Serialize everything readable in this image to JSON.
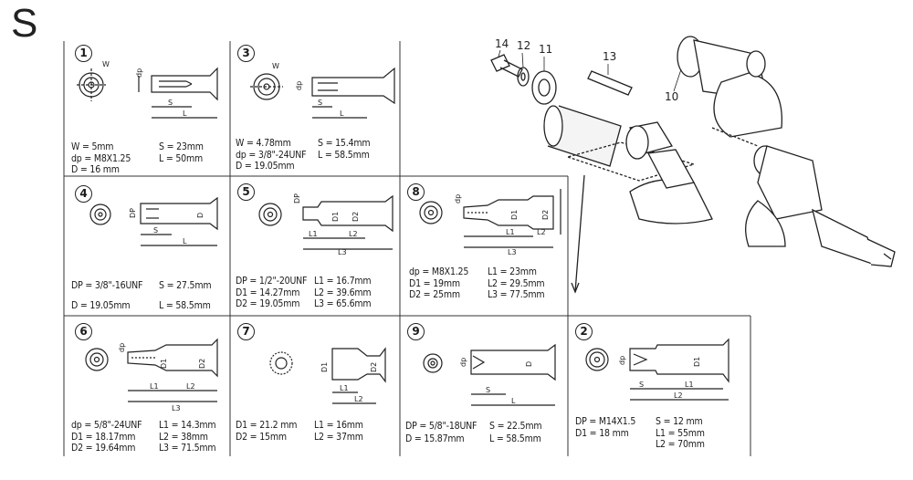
{
  "section_letter": "S",
  "cells": [
    {
      "id": "cell-1",
      "number": "1",
      "specs": [
        [
          "W = 5mm",
          "S = 23mm"
        ],
        [
          "dp = M8X1.25",
          "L = 50mm"
        ],
        [
          "D = 16 mm",
          ""
        ]
      ],
      "dims": {
        "w": "W",
        "dp": "dp",
        "s": "S",
        "l": "L"
      }
    },
    {
      "id": "cell-3",
      "number": "3",
      "specs": [
        [
          "W = 4.78mm",
          "S = 15.4mm"
        ],
        [
          "dp = 3/8\"-24UNF",
          "L = 58.5mm"
        ],
        [
          "D = 19.05mm",
          ""
        ]
      ],
      "dims": {
        "w": "W",
        "dp": "dp",
        "s": "S",
        "l": "L"
      }
    },
    {
      "id": "cell-4",
      "number": "4",
      "specs": [
        [
          "DP = 3/8\"-16UNF",
          "S = 27.5mm"
        ],
        [
          "D = 19.05mm",
          "L = 58.5mm"
        ]
      ],
      "dims": {
        "dp": "DP",
        "d": "D",
        "s": "S",
        "l": "L"
      }
    },
    {
      "id": "cell-5",
      "number": "5",
      "specs": [
        [
          "DP = 1/2\"-20UNF",
          "L1 = 16.7mm"
        ],
        [
          "D1 = 14.27mm",
          "L2 = 39.6mm"
        ],
        [
          "D2 = 19.05mm",
          "L3 = 65.6mm"
        ]
      ],
      "dims": {
        "dp": "DP",
        "d1": "D1",
        "d2": "D2",
        "l1": "L1",
        "l2": "L2",
        "l3": "L3"
      }
    },
    {
      "id": "cell-8",
      "number": "8",
      "specs": [
        [
          "dp = M8X1.25",
          "L1 = 23mm"
        ],
        [
          "D1 = 19mm",
          "L2 = 29.5mm"
        ],
        [
          "D2 = 25mm",
          "L3 = 77.5mm"
        ]
      ],
      "dims": {
        "dp": "dp",
        "d1": "D1",
        "d2": "D2",
        "l1": "L1",
        "l2": "L2",
        "l3": "L3"
      }
    },
    {
      "id": "cell-6",
      "number": "6",
      "specs": [
        [
          "dp = 5/8\"-24UNF",
          "L1 = 14.3mm"
        ],
        [
          "D1 = 18.17mm",
          "L2 = 38mm"
        ],
        [
          "D2 = 19.64mm",
          "L3 = 71.5mm"
        ]
      ],
      "dims": {
        "dp": "dp",
        "d1": "D1",
        "d2": "D2",
        "l1": "L1",
        "l2": "L2",
        "l3": "L3"
      }
    },
    {
      "id": "cell-7",
      "number": "7",
      "specs": [
        [
          "D1 = 21.2 mm",
          "L1 = 16mm"
        ],
        [
          "D2 = 15mm",
          "L2 = 37mm"
        ]
      ],
      "dims": {
        "d1": "D1",
        "d2": "D2",
        "l1": "L1",
        "l2": "L2"
      }
    },
    {
      "id": "cell-9",
      "number": "9",
      "specs": [
        [
          "DP = 5/8\"-18UNF",
          "S = 22.5mm"
        ],
        [
          "D = 15.87mm",
          "L = 58.5mm"
        ]
      ],
      "dims": {
        "dp": "dp",
        "d": "D",
        "s": "S",
        "l": "L"
      }
    },
    {
      "id": "cell-2",
      "number": "2",
      "specs": [
        [
          "DP = M14X1.5",
          "S = 12 mm"
        ],
        [
          "D1 = 18 mm",
          "L1 = 55mm"
        ],
        [
          "",
          "L2 = 70mm"
        ]
      ],
      "dims": {
        "dp": "dp",
        "d1": "D1",
        "s": "S",
        "l1": "L1",
        "l2": "L2"
      }
    }
  ],
  "callouts": {
    "c14": "14",
    "c12": "12",
    "c11": "11",
    "c13": "13",
    "c10": "10"
  },
  "colors": {
    "ink": "#1a1a1a",
    "paper": "#ffffff"
  }
}
